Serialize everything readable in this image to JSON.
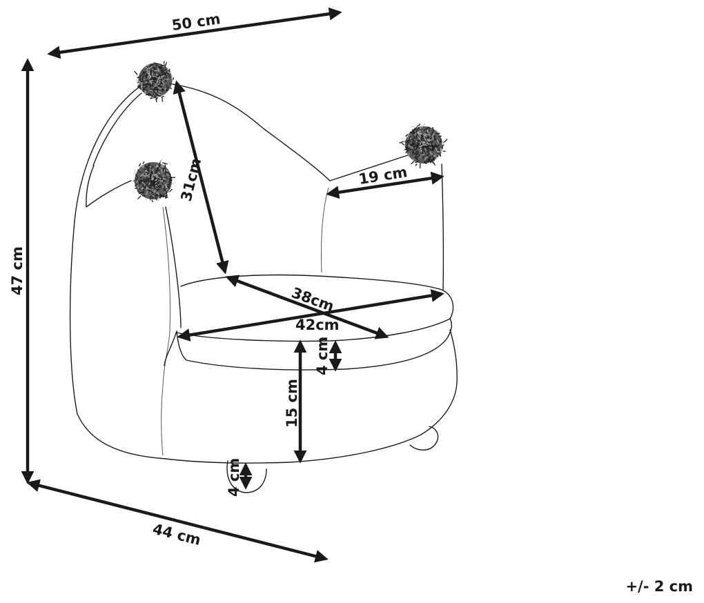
{
  "dimensions": {
    "overall_width": "50 cm",
    "overall_height": "47 cm",
    "overall_depth": "44 cm",
    "back_diagonal": "31cm",
    "armrest_width": "19 cm",
    "seat_depth": "38cm",
    "seat_width": "42cm",
    "cushion_thickness": "4 cm",
    "seat_height": "15 cm",
    "foot_height": "4 cm"
  },
  "tolerance": "+/- 2 cm",
  "icons": {
    "pompom": "pompom-icon"
  }
}
